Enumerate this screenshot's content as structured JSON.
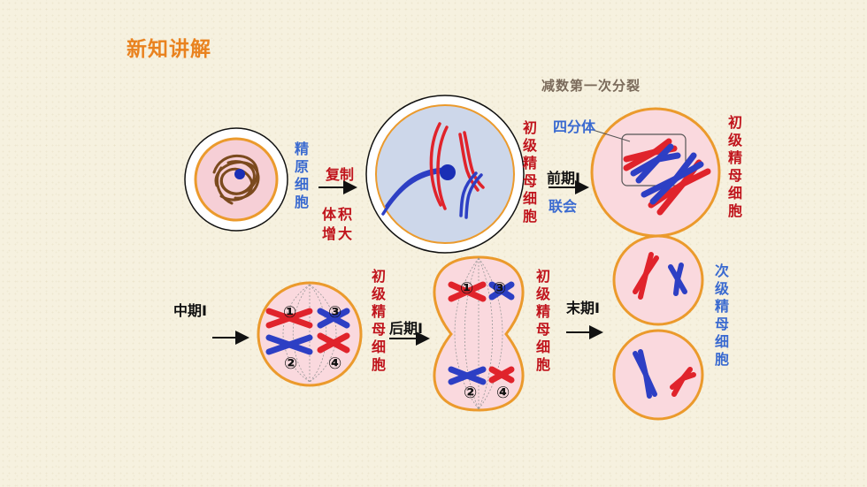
{
  "slide": {
    "title": "新知讲解",
    "subtitle": "减数第一次分裂"
  },
  "labels": {
    "jingyuan_cell": "精原细胞",
    "copy": "复制",
    "volume_increase": "体积增大",
    "primary_cell_1": "初级精母细胞",
    "tetrad": "四分体",
    "prophase": "前期Ⅰ",
    "synapsis": "联会",
    "primary_cell_2": "初级精母细胞",
    "metaphase": "中期Ⅰ",
    "primary_cell_3": "初级精母细胞",
    "anaphase": "后期Ⅰ",
    "primary_cell_4": "初级精母细胞",
    "telophase": "末期Ⅰ",
    "secondary_cell": "次级精母细胞"
  },
  "numbers": {
    "n1": "①",
    "n2": "②",
    "n3": "③",
    "n4": "④"
  },
  "colors": {
    "title": "#e9821f",
    "red_label": "#c0141c",
    "blue_label": "#3a6ad0",
    "chromosome_red": "#e0232b",
    "chromosome_blue": "#2d3fc4",
    "cell_fill": "#fad9de",
    "cell_border": "#eb9a2c"
  }
}
